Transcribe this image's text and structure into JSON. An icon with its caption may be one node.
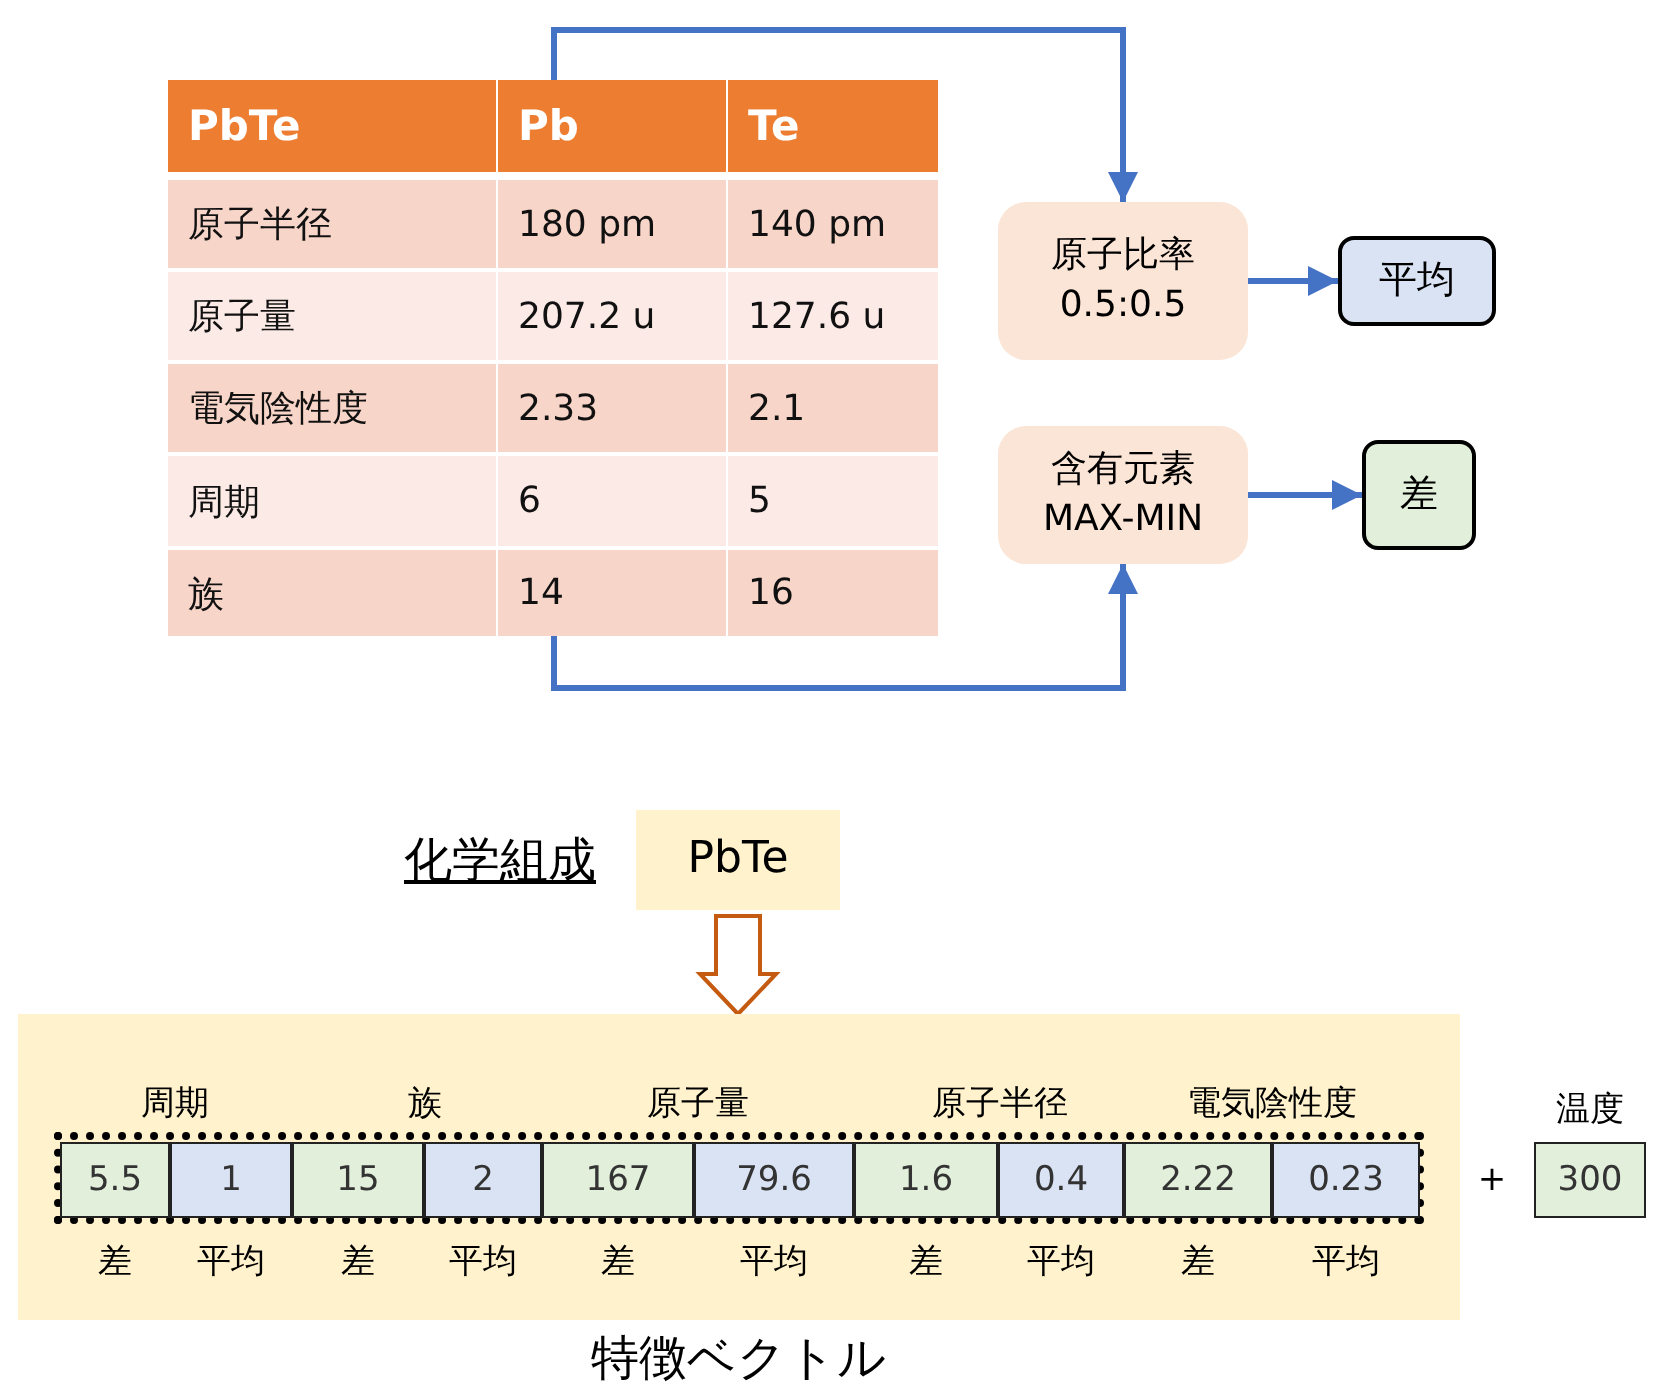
{
  "diagram": {
    "nodes": [
      {
        "text": [],
        "shape": "box"
      },
      {
        "text": [
          "原子比率 0.5:0.5"
        ]
      },
      {
        "text": [
          "平均"
        ]
      },
      {
        "text": [
          "含有元素 MAX-MIN"
        ]
      },
      {
        "text": [
          "差"
        ]
      },
      {
        "text": [
          "PbTe"
        ],
        "beside": [
          "化学組成"
        ]
      },
      {
        "text": [
          "特徴ベクトル"
        ]
      },
      {
        "text": [
          "5.5"
        ],
        "in": 6,
        "beside": [
          "差"
        ]
      },
      {
        "text": [
          "1"
        ],
        "in": 6,
        "beside": [
          "平均"
        ]
      },
      {
        "text": [
          "15"
        ],
        "in": 6,
        "beside": [
          "差"
        ]
      },
      {
        "text": [
          "2"
        ],
        "in": 6,
        "beside": [
          "平均"
        ]
      },
      {
        "text": [
          "167"
        ],
        "in": 6,
        "beside": [
          "差"
        ]
      },
      {
        "text": [
          "79.6"
        ],
        "in": 6,
        "beside": [
          "平均"
        ]
      },
      {
        "text": [
          "1.6"
        ],
        "in": 6,
        "beside": [
          "差"
        ]
      },
      {
        "text": [
          "0.4"
        ],
        "in": 6,
        "beside": [
          "平均"
        ]
      },
      {
        "text": [
          "2.22"
        ],
        "in": 6,
        "beside": [
          "差"
        ]
      },
      {
        "text": [
          "0.23"
        ],
        "in": 6,
        "beside": [
          "平均"
        ]
      },
      {
        "text": [
          "300"
        ],
        "beside": [
          "温度"
        ]
      }
    ],
    "edges": [
      {
        "from": 0,
        "to": 1,
        "arrow": "to"
      },
      {
        "from": 0,
        "to": 3,
        "arrow": "to"
      },
      {
        "from": 1,
        "to": 2,
        "arrow": "to"
      },
      {
        "from": 3,
        "to": 4,
        "arrow": "to"
      },
      {
        "from": 5,
        "to": 6,
        "arrow": "to",
        "style": "thick",
        "color": "#c55a11"
      }
    ],
    "labels": [
      "PbTe",
      "Pb",
      "Te",
      "原子半径",
      "180 pm",
      "140 pm",
      "原子量",
      "207.2 u",
      "127.6 u",
      "電気陰性度",
      "2.33",
      "2.1",
      "周期",
      "6",
      "5",
      "族",
      "14",
      "16",
      "周期",
      "族",
      "原子量",
      "原子半径",
      "電気陰性度",
      "+"
    ]
  }
}
